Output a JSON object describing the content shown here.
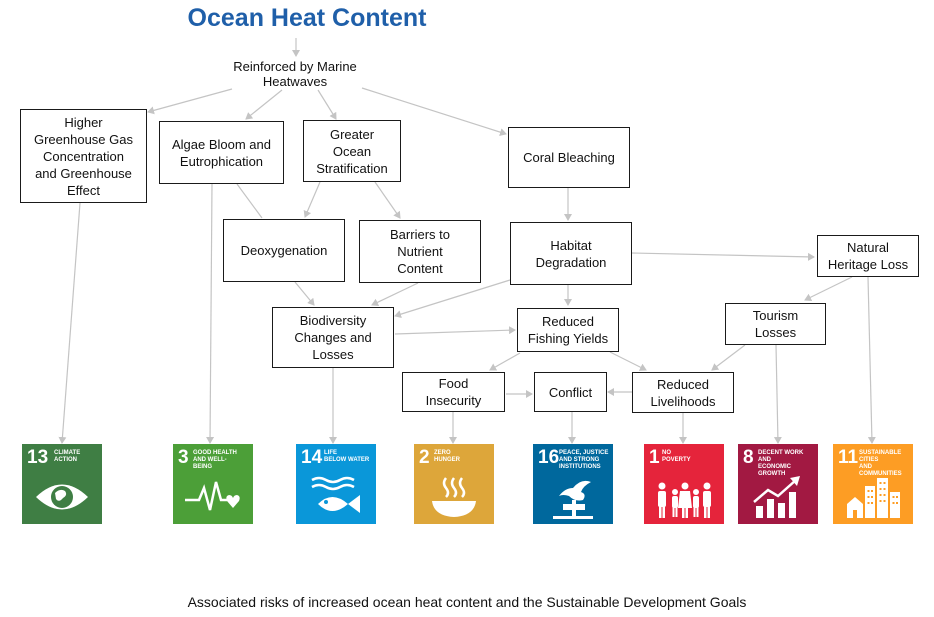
{
  "title": "Ocean Heat Content",
  "root_label": "Reinforced by Marine\nHeatwaves",
  "nodes": {
    "ghg": "Higher\nGreenhouse Gas\nConcentration\nand Greenhouse\nEffect",
    "algae": "Algae Bloom and\nEutrophication",
    "stratification": "Greater\nOcean\nStratification",
    "coral": "Coral Bleaching",
    "deoxygenation": "Deoxygenation",
    "barriers": "Barriers to\nNutrient\nContent",
    "habitat": "Habitat\nDegradation",
    "heritage": "Natural\nHeritage Loss",
    "biodiversity": "Biodiversity\nChanges and\nLosses",
    "fishing": "Reduced\nFishing Yields",
    "tourism": "Tourism\nLosses",
    "food": "Food\nInsecurity",
    "conflict": "Conflict",
    "livelihoods": "Reduced\nLivelihoods"
  },
  "sdgs": [
    {
      "number": "13",
      "label": "CLIMATE\nACTION",
      "color": "#3f7e44",
      "icon": "eye-globe-icon"
    },
    {
      "number": "3",
      "label": "GOOD HEALTH\nAND WELL-BEING",
      "color": "#4c9f38",
      "icon": "heartbeat-icon"
    },
    {
      "number": "14",
      "label": "LIFE\nBELOW WATER",
      "color": "#0a97d9",
      "icon": "fish-icon"
    },
    {
      "number": "2",
      "label": "ZERO\nHUNGER",
      "color": "#dda63a",
      "icon": "bowl-icon"
    },
    {
      "number": "16",
      "label": "PEACE, JUSTICE\nAND STRONG\nINSTITUTIONS",
      "color": "#00689d",
      "icon": "dove-gavel-icon"
    },
    {
      "number": "1",
      "label": "NO\nPOVERTY",
      "color": "#e5243b",
      "icon": "family-icon"
    },
    {
      "number": "8",
      "label": "DECENT WORK AND\nECONOMIC GROWTH",
      "color": "#a21942",
      "icon": "growth-chart-icon"
    },
    {
      "number": "11",
      "label": "SUSTAINABLE CITIES\nAND COMMUNITIES",
      "color": "#fd9d24",
      "icon": "city-icon"
    }
  ],
  "caption": "Associated risks of increased ocean heat content and the Sustainable Development Goals",
  "colors": {
    "title": "#1f5fa9",
    "arrow": "#c4c4c4",
    "box_border": "#1a1a1a"
  }
}
